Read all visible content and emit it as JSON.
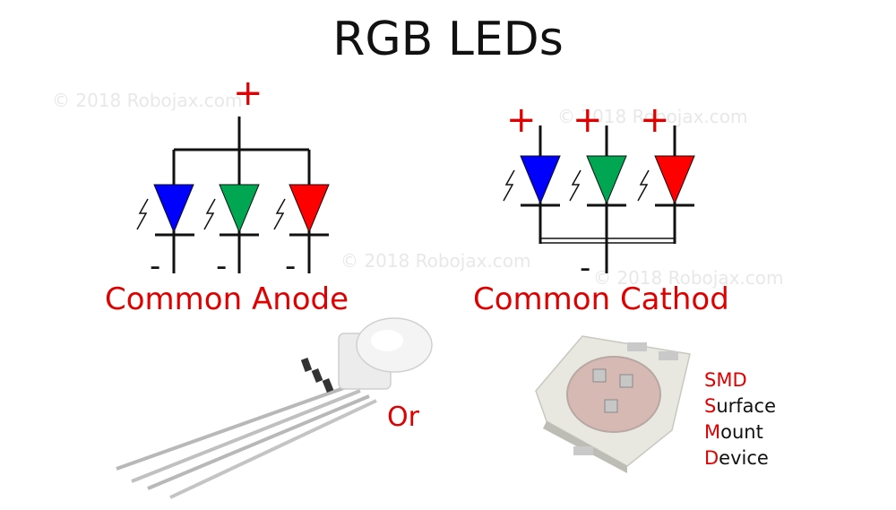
{
  "title": "RGB LEDs",
  "watermark": "© 2018 Robojax.com",
  "polarity": {
    "plus": "+",
    "minus": "-"
  },
  "common_anode": {
    "label": "Common Anode",
    "diodes": [
      {
        "color": "blue",
        "fill": "#0000ff"
      },
      {
        "color": "green",
        "fill": "#00a651"
      },
      {
        "color": "red",
        "fill": "#ff0000"
      }
    ]
  },
  "common_cathode": {
    "label": "Common Cathod",
    "diodes": [
      {
        "color": "blue",
        "fill": "#0000ff"
      },
      {
        "color": "green",
        "fill": "#00a651"
      },
      {
        "color": "red",
        "fill": "#ff0000"
      }
    ]
  },
  "or_label": "Or",
  "smd_legend": [
    {
      "first": "S",
      "rest": "MD"
    },
    {
      "first": "S",
      "rest": "urface"
    },
    {
      "first": "M",
      "rest": "ount"
    },
    {
      "first": "D",
      "rest": "evice"
    }
  ],
  "colors": {
    "accent": "#e00000",
    "text": "#111111"
  }
}
